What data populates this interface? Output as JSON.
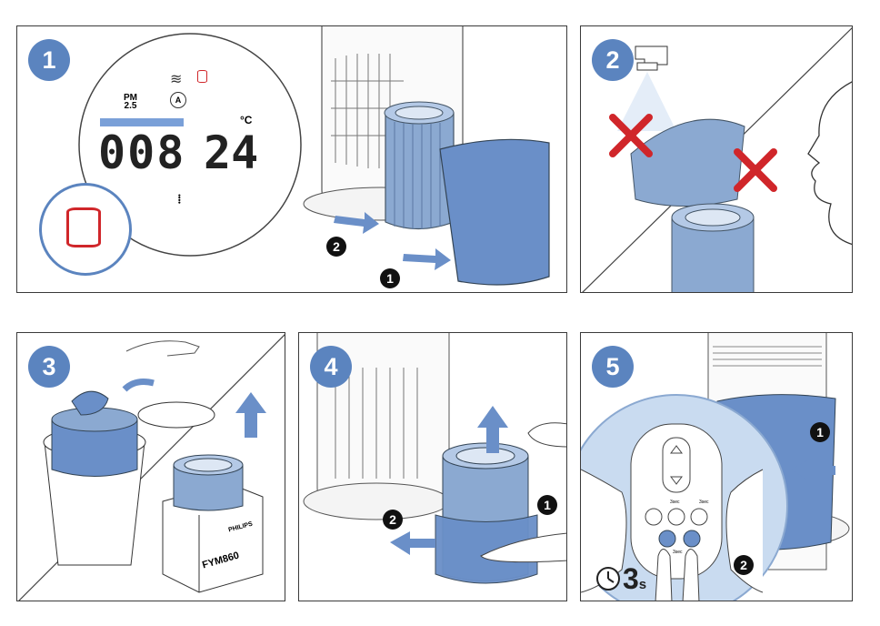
{
  "steps": {
    "s1": {
      "number": "1",
      "pm_line1": "PM",
      "pm_line2": "2.5",
      "pm_value": "008",
      "temp_value": "24",
      "temp_unit": "°C",
      "callout_1": "1",
      "callout_2": "2"
    },
    "s2": {
      "number": "2"
    },
    "s3": {
      "number": "3",
      "box_brand": "PHILIPS",
      "box_model": "FYM860"
    },
    "s4": {
      "number": "4",
      "callout_1": "1",
      "callout_2": "2"
    },
    "s5": {
      "number": "5",
      "callout_1": "1",
      "callout_2": "2",
      "hold_number": "3",
      "hold_unit": "s",
      "lock_label": "3sec",
      "wifi_label": "3sec",
      "reset_label": "3sec"
    }
  },
  "colors": {
    "filter_blue": "#8ba9d1",
    "mesh_blue": "#6a8fc8",
    "step_circle": "#5b84bf",
    "cross_red": "#d0262a",
    "filter_icon_red": "#d0262a"
  }
}
